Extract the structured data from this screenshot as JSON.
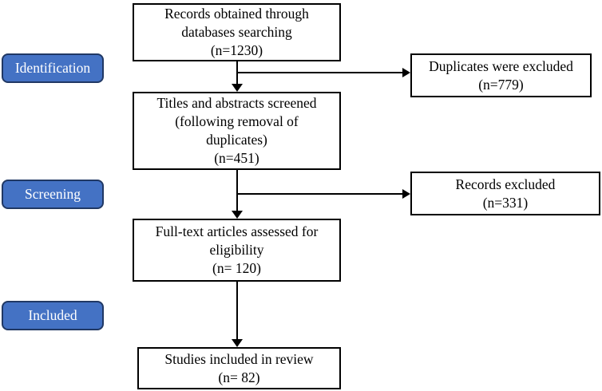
{
  "flow": {
    "stages": [
      {
        "label": "Identification"
      },
      {
        "label": "Screening"
      },
      {
        "label": "Included"
      }
    ],
    "main_boxes": [
      {
        "lines": [
          "Records obtained through",
          "databases searching",
          "(n=1230)"
        ]
      },
      {
        "lines": [
          "Titles and abstracts screened",
          "(following removal of",
          "duplicates)",
          "(n=451)"
        ]
      },
      {
        "lines": [
          "Full-text articles assessed for",
          "eligibility",
          "(n= 120)"
        ]
      },
      {
        "lines": [
          "Studies included in review",
          "(n= 82)"
        ]
      }
    ],
    "side_boxes": [
      {
        "lines": [
          "Duplicates were excluded",
          "(n=779)"
        ]
      },
      {
        "lines": [
          "Records excluded",
          "(n=331)"
        ]
      }
    ],
    "colors": {
      "stage_fill": "#4472C4",
      "stage_border": "#203864",
      "stage_text": "#FFFFFF",
      "box_border": "#000000",
      "arrow": "#000000",
      "background": "#FFFFFF"
    }
  }
}
